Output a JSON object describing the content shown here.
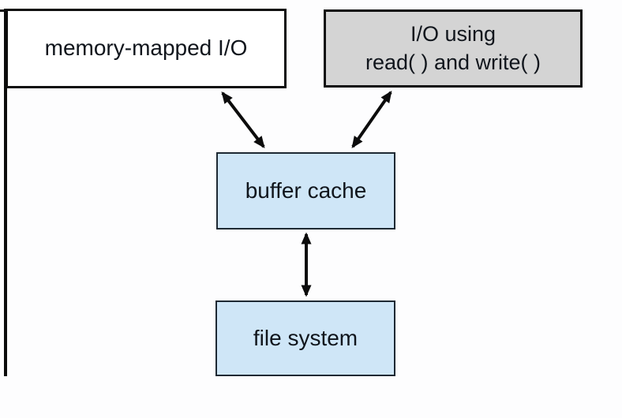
{
  "diagram": {
    "boxes": {
      "memory_mapped_io": {
        "label": "memory-mapped I/O",
        "fill": "#ffffff"
      },
      "io_read_write": {
        "line1": "I/O using",
        "line2": "read( ) and write( )",
        "fill": "#d4d4d4"
      },
      "buffer_cache": {
        "label": "buffer cache",
        "fill": "#cfe6f7"
      },
      "file_system": {
        "label": "file system",
        "fill": "#cfe6f7"
      }
    },
    "arrows": [
      {
        "name": "memory-mapped-io--buffer-cache",
        "bidirectional": true
      },
      {
        "name": "io-read-write--buffer-cache",
        "bidirectional": true
      },
      {
        "name": "buffer-cache--file-system",
        "bidirectional": true
      }
    ]
  },
  "colors": {
    "background": "#fdfdfe",
    "line": "#0c0c0c",
    "text": "#10151c",
    "box_white": "#ffffff",
    "box_gray": "#d4d4d4",
    "box_blue": "#cfe6f7",
    "box_border_blue": "#1e2933"
  }
}
